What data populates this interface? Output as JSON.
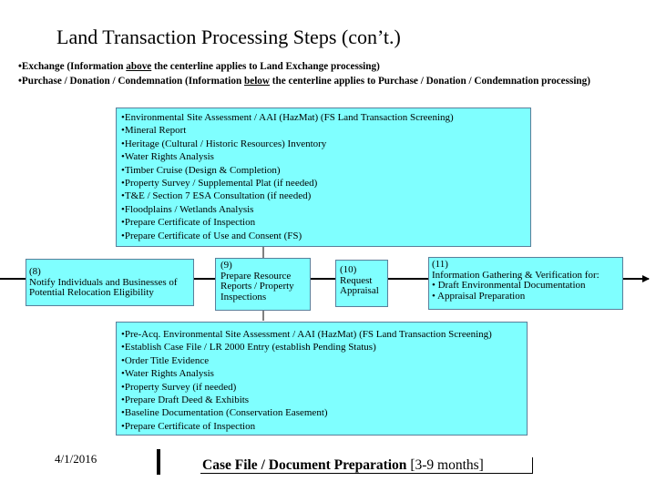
{
  "title": "Land Transaction Processing Steps (con’t.)",
  "legend": {
    "exchange_pre": "•Exchange (Information ",
    "exchange_u": "above",
    "exchange_post": " the centerline applies to Land Exchange processing)",
    "purchase_pre": "•Purchase / Donation / Condemnation (Information ",
    "purchase_u": "below",
    "purchase_post": " the centerline applies to Purchase / Donation / Condemnation processing)"
  },
  "top_box": [
    "•Environmental Site Assessment / AAI (HazMat) (FS Land Transaction Screening)",
    "•Mineral Report",
    "•Heritage (Cultural / Historic Resources) Inventory",
    "•Water Rights Analysis",
    "•Timber Cruise (Design & Completion)",
    "•Property Survey / Supplemental Plat (if needed)",
    "•T&E / Section 7 ESA Consultation (if needed)",
    "•Floodplains / Wetlands Analysis",
    "•Prepare Certificate of Inspection",
    "•Prepare Certificate of Use and Consent (FS)"
  ],
  "steps": {
    "s8": [
      "(8)",
      "Notify Individuals and Businesses of",
      "Potential Relocation Eligibility"
    ],
    "s9": [
      "(9)",
      "Prepare Resource",
      "Reports / Property",
      "Inspections"
    ],
    "s10": [
      "(10)",
      "Request",
      "Appraisal"
    ],
    "s11": [
      "(11)",
      "Information Gathering & Verification for:",
      "• Draft Environmental Documentation",
      "• Appraisal Preparation"
    ]
  },
  "bottom_box": [
    "•Pre-Acq. Environmental Site Assessment / AAI (HazMat) (FS Land Transaction Screening)",
    "•Establish Case File / LR 2000 Entry (establish Pending Status)",
    "•Order Title Evidence",
    "•Water Rights Analysis",
    "•Property Survey (if needed)",
    "•Prepare Draft Deed & Exhibits",
    "•Baseline Documentation (Conservation Easement)",
    "•Prepare Certificate of Inspection"
  ],
  "footer": {
    "date": "4/1/2016",
    "phase_title": "Case File / Document Preparation ",
    "phase_duration": "[3-9 months]"
  },
  "colors": {
    "box_fill": "#7fffff",
    "box_border": "#5a7f9a",
    "line": "#000000"
  }
}
